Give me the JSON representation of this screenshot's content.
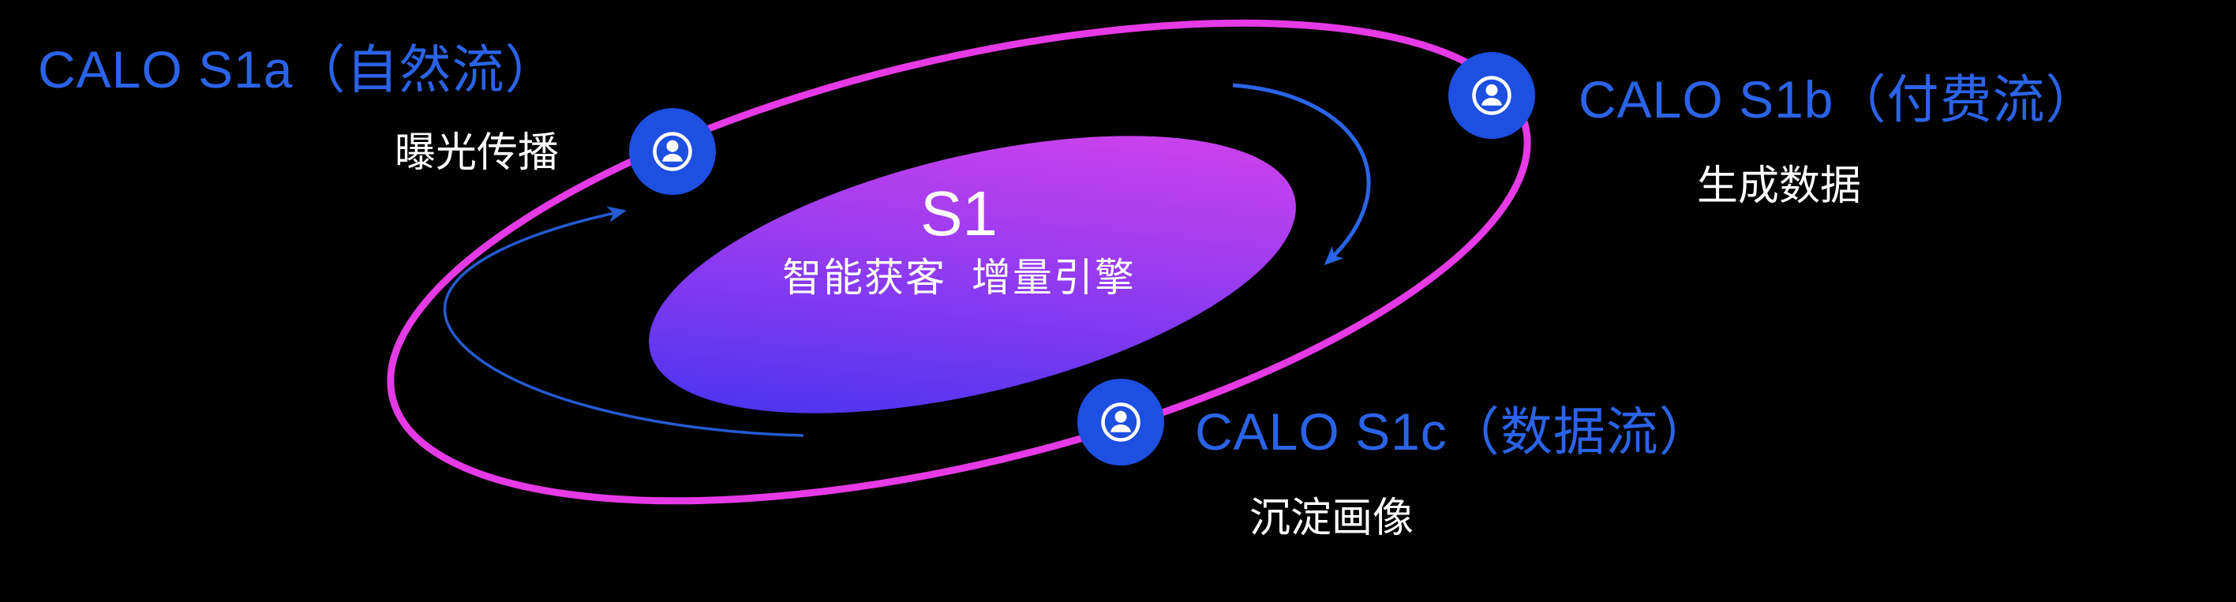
{
  "center": {
    "title": "S1",
    "subtitle": "智能获客  增量引擎"
  },
  "nodes": [
    {
      "id": "s1a",
      "label": "CALO S1a（自然流）",
      "sublabel": "曝光传播",
      "icon": "user-circle"
    },
    {
      "id": "s1b",
      "label": "CALO S1b（付费流）",
      "sublabel": "生成数据",
      "icon": "user-circle"
    },
    {
      "id": "s1c",
      "label": "CALO S1c（数据流）",
      "sublabel": "沉淀画像",
      "icon": "user-circle"
    }
  ],
  "colors": {
    "background": "#000000",
    "label_blue": "#2b63e8",
    "node_blue": "#1d4fe0",
    "orbit_magenta": "#e53ae5",
    "core_gradient_start": "#3432f0",
    "core_gradient_end": "#e044ea",
    "arrow_blue": "#2a64e8",
    "text_white": "#ffffff"
  }
}
